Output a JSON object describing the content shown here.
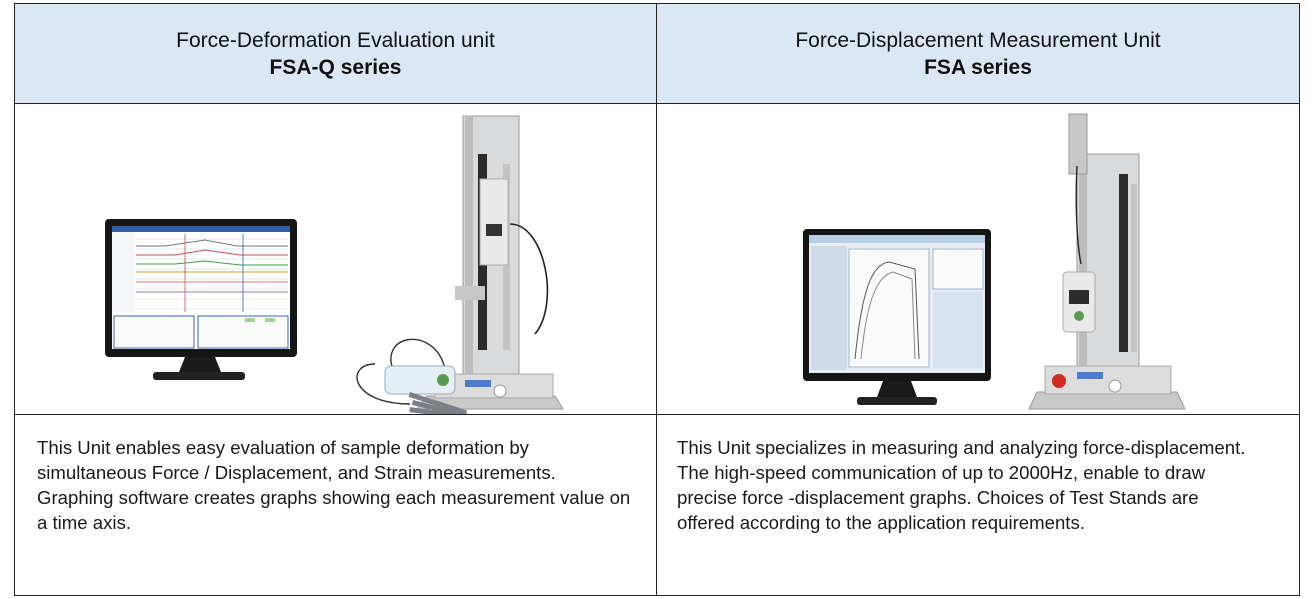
{
  "left": {
    "title": "Force-Deformation Evaluation unit",
    "series": "FSA-Q series",
    "image_alt": "FSA-Q system with monitor, test stand and amplifier",
    "description": "This Unit enables easy evaluation of sample deformation by simultaneous Force / Displacement, and Strain measurements. Graphing software creates graphs showing each measurement value on a time axis."
  },
  "right": {
    "title": "Force-Displacement Measurement Unit",
    "series": "FSA series",
    "image_alt": "FSA system with monitor and test stand",
    "description": "This Unit specializes in measuring and analyzing force-displacement. The high-speed communication of up to 2000Hz, enable to draw precise force -displacement graphs. Choices of Test Stands are offered according to the application requirements."
  },
  "colors": {
    "header_bg": "#dbe7f4",
    "border": "#222222",
    "text": "#111111"
  }
}
